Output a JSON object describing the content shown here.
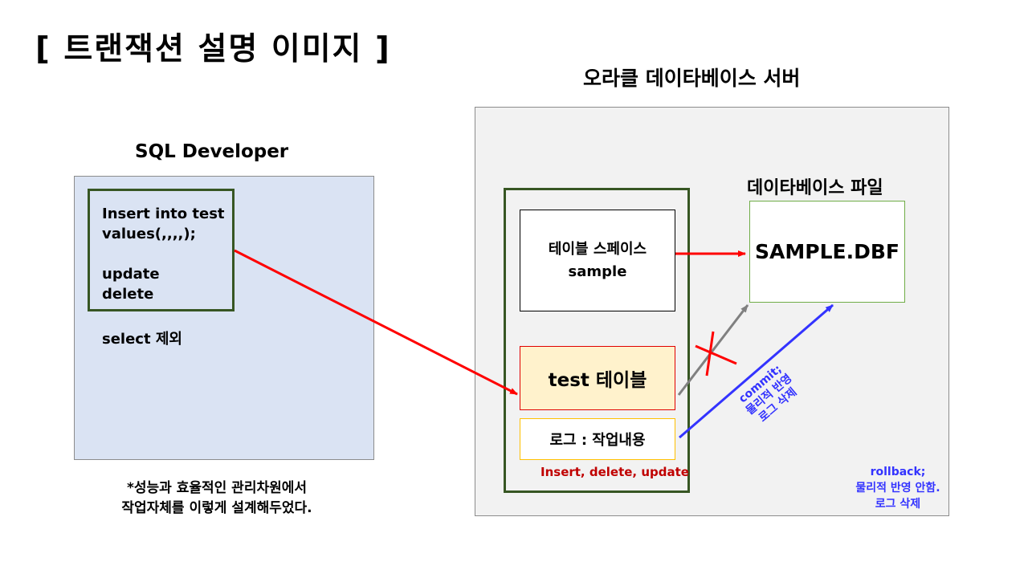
{
  "title": "[ 트랜잭션 설명 이미지 ]",
  "server_title": "오라클 데이타베이스 서버",
  "developer": {
    "title": "SQL Developer",
    "sql_lines": [
      "Insert into test",
      "values(,,,,);",
      "",
      "update",
      "delete"
    ],
    "select_note": "select 제외"
  },
  "footnote": [
    "*성능과 효율적인 관리차원에서",
    "작업자체를 이렇게 설계해두었다."
  ],
  "server": {
    "tablespace_label": "테이블 스페이스",
    "tablespace_name": "sample",
    "test_table": "test 테이블",
    "log_label": "로그 : 작업내용",
    "operations": "Insert, delete, update",
    "dbfile_title": "데이타베이스 파일",
    "dbf_name": "SAMPLE.DBF",
    "commit_note": [
      "commit;",
      "물리적 반영",
      "로그 삭제"
    ],
    "rollback_note": [
      "rollback;",
      "물리적 반영 안함.",
      "로그 삭제"
    ]
  },
  "colors": {
    "red_arrow": "#ff0000",
    "blue_arrow": "#3333ff",
    "gray_arrow": "#808080",
    "panel_blue": "#dae3f3",
    "panel_gray": "#f2f2f2",
    "dark_green": "#375623"
  }
}
